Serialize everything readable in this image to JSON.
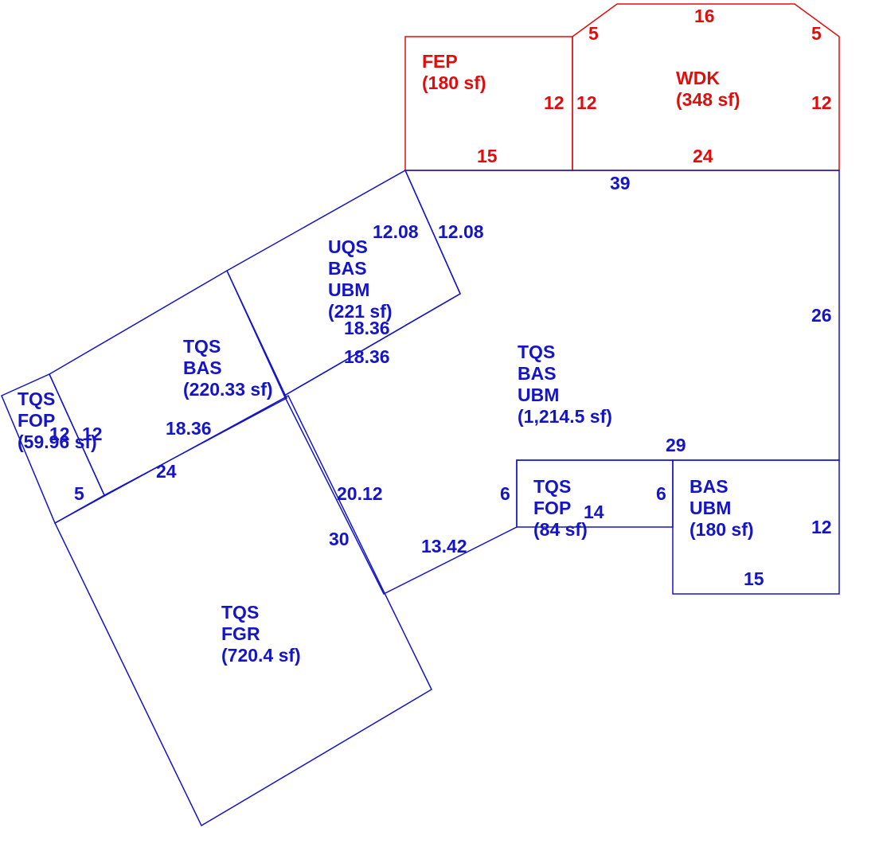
{
  "colors": {
    "primary": "#1414c8",
    "secondary": "#e00d0d",
    "background": "#ffffff"
  },
  "areas": [
    {
      "id": "fep",
      "color": "secondary",
      "lines": [
        "FEP",
        "(180 sf)"
      ]
    },
    {
      "id": "wdk",
      "color": "secondary",
      "lines": [
        "WDK",
        "(348 sf)"
      ]
    },
    {
      "id": "uqs-bas",
      "color": "primary",
      "lines": [
        "UQS",
        "BAS",
        "UBM",
        "(221 sf)"
      ]
    },
    {
      "id": "tqs-bas-main",
      "color": "primary",
      "lines": [
        "TQS",
        "BAS",
        "UBM",
        "(1,214.5 sf)"
      ]
    },
    {
      "id": "tqs-bas-left",
      "color": "primary",
      "lines": [
        "TQS",
        "BAS",
        "(220.33 sf)"
      ]
    },
    {
      "id": "tqs-fop-left",
      "color": "primary",
      "lines": [
        "TQS",
        "FOP",
        "(59.96 sf)"
      ]
    },
    {
      "id": "tqs-fgr",
      "color": "primary",
      "lines": [
        "TQS",
        "FGR",
        "(720.4 sf)"
      ]
    },
    {
      "id": "tqs-fop-mid",
      "color": "primary",
      "lines": [
        "TQS",
        "FOP",
        "(84 sf)"
      ]
    },
    {
      "id": "bas-ubm-right",
      "color": "primary",
      "lines": [
        "BAS",
        "UBM",
        "(180 sf)"
      ]
    }
  ],
  "dimensions": [
    {
      "id": "wdk-top",
      "text": "16",
      "color": "secondary"
    },
    {
      "id": "wdk-chamfer-left",
      "text": "5",
      "color": "secondary"
    },
    {
      "id": "wdk-chamfer-right",
      "text": "5",
      "color": "secondary"
    },
    {
      "id": "fep-right",
      "text": "12",
      "color": "secondary"
    },
    {
      "id": "wdk-left",
      "text": "12",
      "color": "secondary"
    },
    {
      "id": "wdk-right",
      "text": "12",
      "color": "secondary"
    },
    {
      "id": "fep-bottom",
      "text": "15",
      "color": "secondary"
    },
    {
      "id": "wdk-bottom",
      "text": "24",
      "color": "secondary"
    },
    {
      "id": "main-top",
      "text": "39",
      "color": "primary"
    },
    {
      "id": "uqs-top-inner",
      "text": "12.08",
      "color": "primary"
    },
    {
      "id": "uqs-top-outer",
      "text": "12.08",
      "color": "primary"
    },
    {
      "id": "main-right",
      "text": "26",
      "color": "primary"
    },
    {
      "id": "uqs-bottom",
      "text": "18.36",
      "color": "primary"
    },
    {
      "id": "main-upper-diag",
      "text": "18.36",
      "color": "primary"
    },
    {
      "id": "bas-left-mid",
      "text": "18.36",
      "color": "primary"
    },
    {
      "id": "fop-left-a",
      "text": "12",
      "color": "primary"
    },
    {
      "id": "fop-left-b",
      "text": "12",
      "color": "primary"
    },
    {
      "id": "bas-left-bottom",
      "text": "24",
      "color": "primary"
    },
    {
      "id": "fop-left-bottom",
      "text": "5",
      "color": "primary"
    },
    {
      "id": "main-lower-diag",
      "text": "20.12",
      "color": "primary"
    },
    {
      "id": "fgr-side",
      "text": "30",
      "color": "primary"
    },
    {
      "id": "main-bottom-diag",
      "text": "13.42",
      "color": "primary"
    },
    {
      "id": "step-29",
      "text": "29",
      "color": "primary"
    },
    {
      "id": "fop-mid-left",
      "text": "6",
      "color": "primary"
    },
    {
      "id": "fop-mid-right",
      "text": "6",
      "color": "primary"
    },
    {
      "id": "fop-mid-bottom",
      "text": "14",
      "color": "primary"
    },
    {
      "id": "bas-right-side",
      "text": "12",
      "color": "primary"
    },
    {
      "id": "bas-right-bottom",
      "text": "15",
      "color": "primary"
    }
  ]
}
